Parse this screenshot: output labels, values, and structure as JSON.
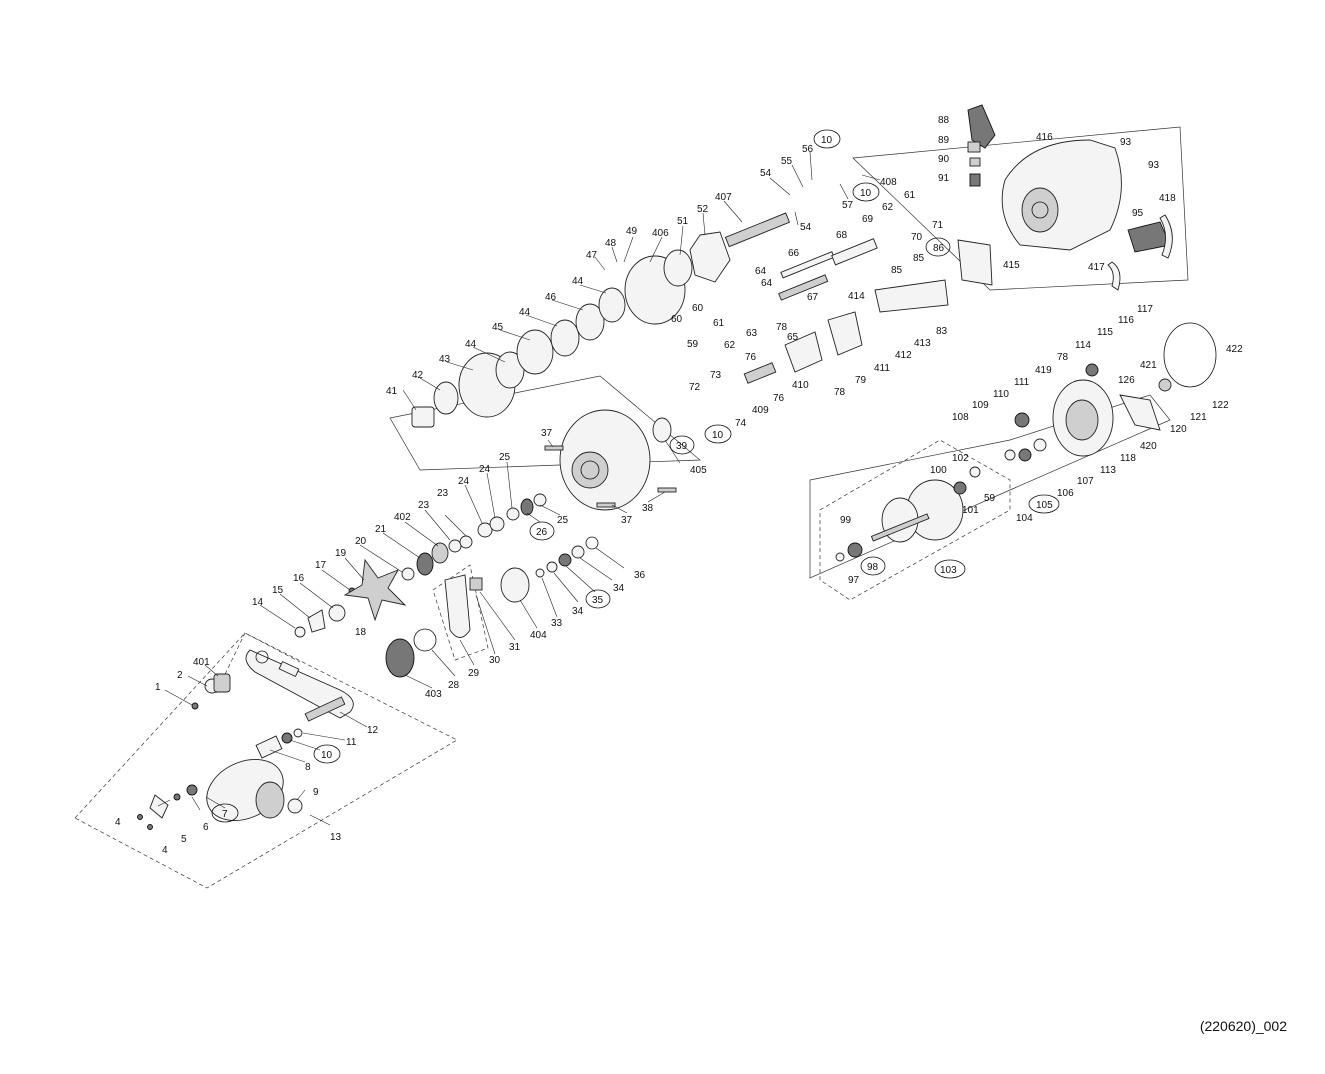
{
  "diagram_code": "(220620)_002",
  "parts": [
    {
      "num": "1",
      "circled": false
    },
    {
      "num": "2",
      "circled": false
    },
    {
      "num": "401",
      "circled": false
    },
    {
      "num": "4",
      "circled": false
    },
    {
      "num": "4",
      "circled": false
    },
    {
      "num": "5",
      "circled": false
    },
    {
      "num": "6",
      "circled": false
    },
    {
      "num": "7",
      "circled": true
    },
    {
      "num": "8",
      "circled": false
    },
    {
      "num": "9",
      "circled": false
    },
    {
      "num": "10",
      "circled": true
    },
    {
      "num": "11",
      "circled": false
    },
    {
      "num": "12",
      "circled": false
    },
    {
      "num": "13",
      "circled": false
    },
    {
      "num": "14",
      "circled": false
    },
    {
      "num": "15",
      "circled": false
    },
    {
      "num": "16",
      "circled": false
    },
    {
      "num": "17",
      "circled": false
    },
    {
      "num": "18",
      "circled": false
    },
    {
      "num": "19",
      "circled": false
    },
    {
      "num": "20",
      "circled": false
    },
    {
      "num": "21",
      "circled": false
    },
    {
      "num": "402",
      "circled": false
    },
    {
      "num": "23",
      "circled": false
    },
    {
      "num": "23",
      "circled": false
    },
    {
      "num": "24",
      "circled": false
    },
    {
      "num": "24",
      "circled": false
    },
    {
      "num": "25",
      "circled": false
    },
    {
      "num": "25",
      "circled": false
    },
    {
      "num": "26",
      "circled": true
    },
    {
      "num": "28",
      "circled": false
    },
    {
      "num": "29",
      "circled": false
    },
    {
      "num": "30",
      "circled": false
    },
    {
      "num": "31",
      "circled": false
    },
    {
      "num": "33",
      "circled": false
    },
    {
      "num": "34",
      "circled": false
    },
    {
      "num": "34",
      "circled": false
    },
    {
      "num": "35",
      "circled": true
    },
    {
      "num": "36",
      "circled": false
    },
    {
      "num": "37",
      "circled": false
    },
    {
      "num": "37",
      "circled": false
    },
    {
      "num": "38",
      "circled": false
    },
    {
      "num": "39",
      "circled": true
    },
    {
      "num": "403",
      "circled": false
    },
    {
      "num": "404",
      "circled": false
    },
    {
      "num": "405",
      "circled": false
    },
    {
      "num": "41",
      "circled": false
    },
    {
      "num": "42",
      "circled": false
    },
    {
      "num": "43",
      "circled": false
    },
    {
      "num": "44",
      "circled": false
    },
    {
      "num": "44",
      "circled": false
    },
    {
      "num": "44",
      "circled": false
    },
    {
      "num": "45",
      "circled": false
    },
    {
      "num": "46",
      "circled": false
    },
    {
      "num": "47",
      "circled": false
    },
    {
      "num": "48",
      "circled": false
    },
    {
      "num": "49",
      "circled": false
    },
    {
      "num": "406",
      "circled": false
    },
    {
      "num": "51",
      "circled": false
    },
    {
      "num": "52",
      "circled": false
    },
    {
      "num": "407",
      "circled": false
    },
    {
      "num": "54",
      "circled": false
    },
    {
      "num": "54",
      "circled": false
    },
    {
      "num": "55",
      "circled": false
    },
    {
      "num": "56",
      "circled": false
    },
    {
      "num": "57",
      "circled": false
    },
    {
      "num": "10",
      "circled": true
    },
    {
      "num": "10",
      "circled": true
    },
    {
      "num": "408",
      "circled": false
    },
    {
      "num": "59",
      "circled": false
    },
    {
      "num": "60",
      "circled": false
    },
    {
      "num": "60",
      "circled": false
    },
    {
      "num": "61",
      "circled": false
    },
    {
      "num": "62",
      "circled": false
    },
    {
      "num": "63",
      "circled": false
    },
    {
      "num": "64",
      "circled": false
    },
    {
      "num": "64",
      "circled": false
    },
    {
      "num": "65",
      "circled": false
    },
    {
      "num": "66",
      "circled": false
    },
    {
      "num": "67",
      "circled": false
    },
    {
      "num": "68",
      "circled": false
    },
    {
      "num": "69",
      "circled": false
    },
    {
      "num": "61",
      "circled": false
    },
    {
      "num": "62",
      "circled": false
    },
    {
      "num": "70",
      "circled": false
    },
    {
      "num": "71",
      "circled": false
    },
    {
      "num": "72",
      "circled": false
    },
    {
      "num": "73",
      "circled": false
    },
    {
      "num": "10",
      "circled": true
    },
    {
      "num": "74",
      "circled": false
    },
    {
      "num": "409",
      "circled": false
    },
    {
      "num": "76",
      "circled": false
    },
    {
      "num": "76",
      "circled": false
    },
    {
      "num": "78",
      "circled": false
    },
    {
      "num": "410",
      "circled": false
    },
    {
      "num": "78",
      "circled": false
    },
    {
      "num": "79",
      "circled": false
    },
    {
      "num": "411",
      "circled": false
    },
    {
      "num": "412",
      "circled": false
    },
    {
      "num": "413",
      "circled": false
    },
    {
      "num": "83",
      "circled": false
    },
    {
      "num": "414",
      "circled": false
    },
    {
      "num": "85",
      "circled": false
    },
    {
      "num": "85",
      "circled": false
    },
    {
      "num": "86",
      "circled": true
    },
    {
      "num": "415",
      "circled": false
    },
    {
      "num": "88",
      "circled": false
    },
    {
      "num": "89",
      "circled": false
    },
    {
      "num": "90",
      "circled": false
    },
    {
      "num": "91",
      "circled": false
    },
    {
      "num": "416",
      "circled": false
    },
    {
      "num": "93",
      "circled": false
    },
    {
      "num": "93",
      "circled": false
    },
    {
      "num": "95",
      "circled": false
    },
    {
      "num": "418",
      "circled": false
    },
    {
      "num": "417",
      "circled": false
    },
    {
      "num": "97",
      "circled": false
    },
    {
      "num": "98",
      "circled": true
    },
    {
      "num": "99",
      "circled": false
    },
    {
      "num": "100",
      "circled": false
    },
    {
      "num": "101",
      "circled": false
    },
    {
      "num": "102",
      "circled": false
    },
    {
      "num": "59",
      "circled": false
    },
    {
      "num": "103",
      "circled": true
    },
    {
      "num": "104",
      "circled": false
    },
    {
      "num": "105",
      "circled": true
    },
    {
      "num": "106",
      "circled": false
    },
    {
      "num": "107",
      "circled": false
    },
    {
      "num": "108",
      "circled": false
    },
    {
      "num": "109",
      "circled": false
    },
    {
      "num": "110",
      "circled": false
    },
    {
      "num": "111",
      "circled": false
    },
    {
      "num": "113",
      "circled": false
    },
    {
      "num": "114",
      "circled": false
    },
    {
      "num": "115",
      "circled": false
    },
    {
      "num": "116",
      "circled": false
    },
    {
      "num": "117",
      "circled": false
    },
    {
      "num": "118",
      "circled": false
    },
    {
      "num": "419",
      "circled": false
    },
    {
      "num": "78",
      "circled": false
    },
    {
      "num": "126",
      "circled": false
    },
    {
      "num": "421",
      "circled": false
    },
    {
      "num": "420",
      "circled": false
    },
    {
      "num": "120",
      "circled": false
    },
    {
      "num": "121",
      "circled": false
    },
    {
      "num": "122",
      "circled": false
    },
    {
      "num": "422",
      "circled": false
    }
  ]
}
